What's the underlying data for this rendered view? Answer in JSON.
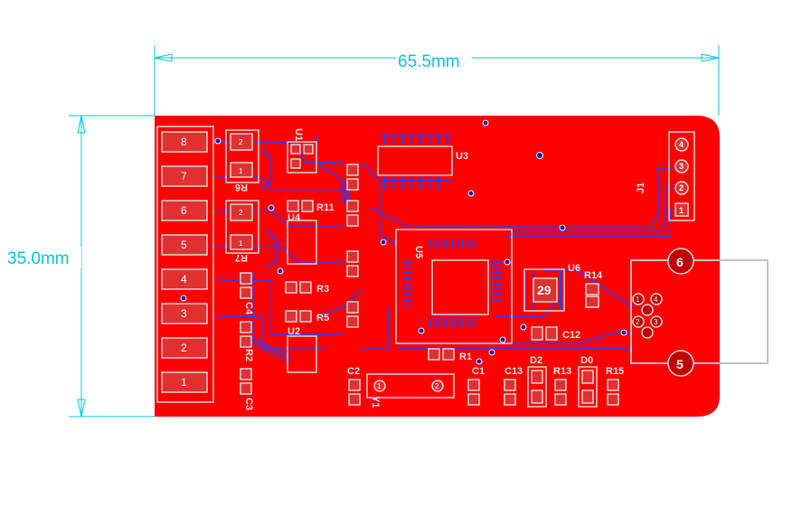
{
  "dimensions": {
    "width_label": "65.5mm",
    "height_label": "35.0mm",
    "color": "#00c8d8"
  },
  "colors": {
    "board": "#ff0000",
    "trace": "#2a3cff",
    "silk": "#d8d8d8",
    "pad": "#e03030"
  },
  "connector_left": {
    "pins": [
      "8",
      "7",
      "6",
      "5",
      "4",
      "3",
      "2",
      "1"
    ]
  },
  "connector_j1": {
    "ref": "J1",
    "pins": [
      "4",
      "3",
      "2",
      "1"
    ]
  },
  "usb": {
    "large_pins": [
      "6",
      "5"
    ],
    "small_pins": [
      "1",
      "4",
      "2",
      "3"
    ]
  },
  "components": {
    "U1": "U1",
    "U2": "U2",
    "U3": "U3",
    "U4": "U4",
    "U5": "U5",
    "U6": "U6",
    "R1": "R1",
    "R2": "R2",
    "R3": "R3",
    "R5": "R5",
    "R6": "R6",
    "R7": "R7",
    "R11": "R11",
    "R13": "R13",
    "R14": "R14",
    "R15": "R15",
    "C1": "C1",
    "C2": "C2",
    "C3": "C3",
    "C4": "C4",
    "C12": "C12",
    "C13": "C13",
    "D0": "D0",
    "D2": "D2",
    "Y1": "Y1",
    "U6_pin": "29",
    "pad1": "1",
    "pad2": "2"
  }
}
